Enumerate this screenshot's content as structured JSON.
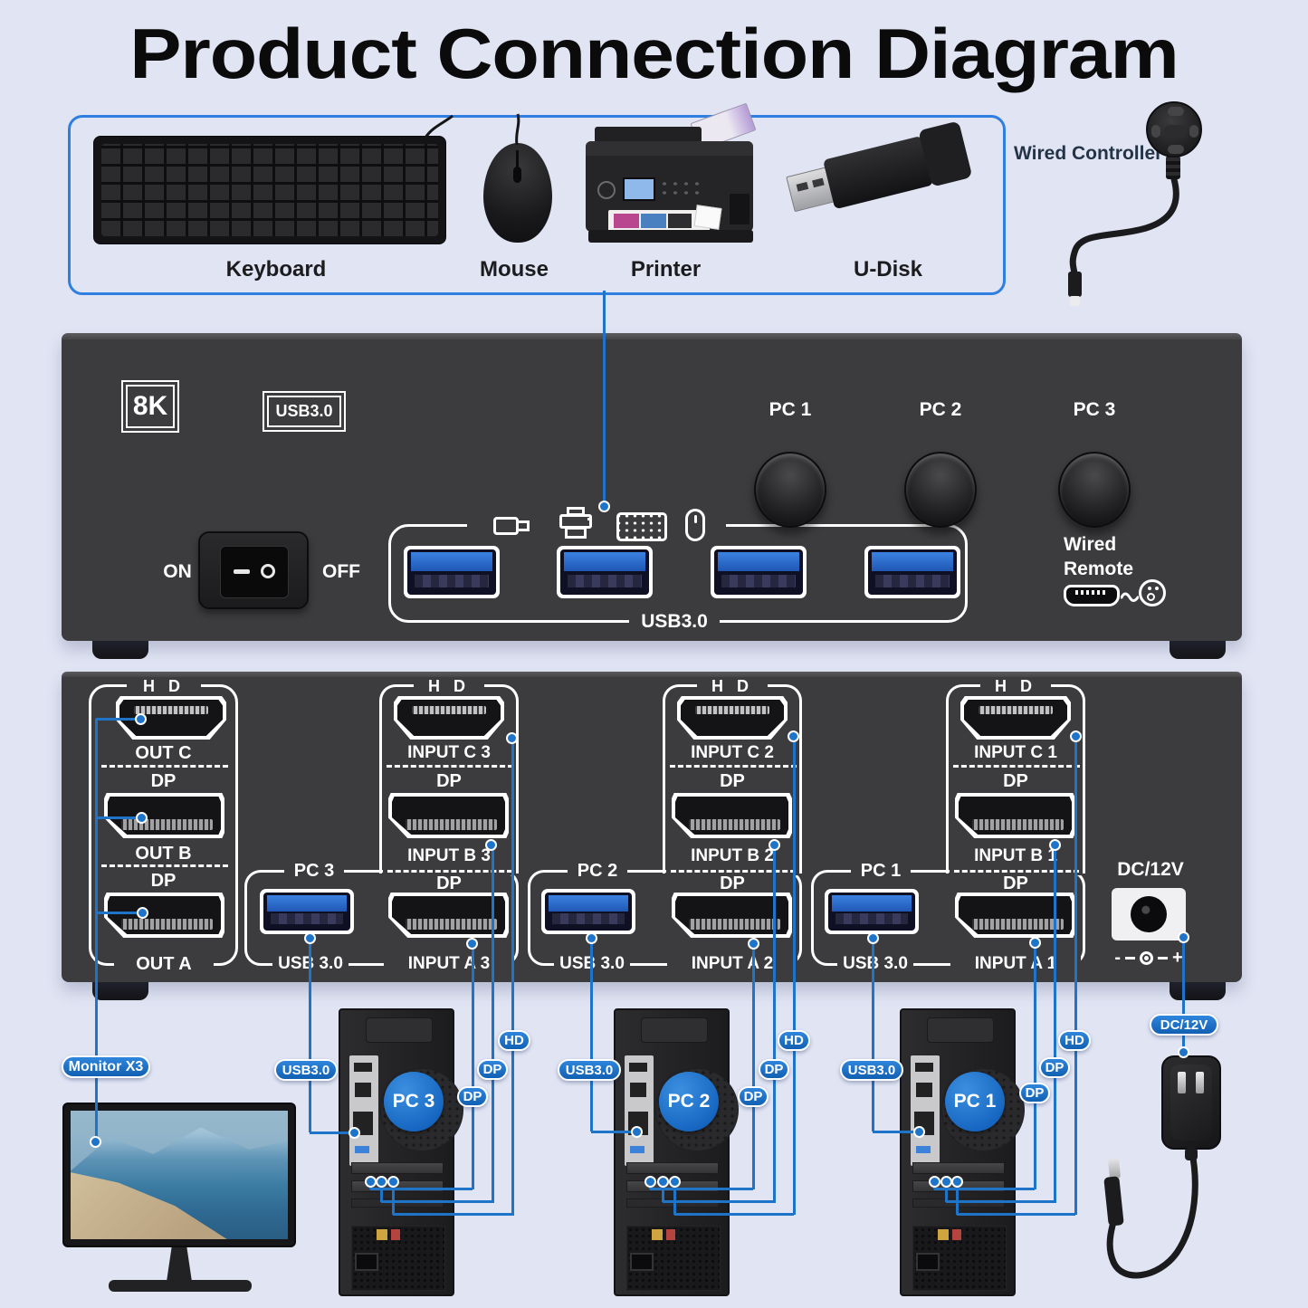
{
  "title": "Product Connection Diagram",
  "colors": {
    "accent_blue": "#1e74c9",
    "background": "#e0e4f3",
    "panel": "#3c3c3e",
    "pill_blue": "#1565c0",
    "box_border": "#2e7fe0"
  },
  "peripherals": {
    "keyboard": "Keyboard",
    "mouse": "Mouse",
    "printer": "Printer",
    "udisk": "U-Disk"
  },
  "wired_controller_label": "Wired Controller",
  "front_panel": {
    "badge_8k": "8K",
    "badge_usb": "USB3.0",
    "pc1": "PC 1",
    "pc2": "PC 2",
    "pc3": "PC 3",
    "on": "ON",
    "off": "OFF",
    "usb_group": "USB3.0",
    "wired_remote_line1": "Wired",
    "wired_remote_line2": "Remote"
  },
  "back_panel": {
    "out_group": {
      "hd": "H D",
      "out_c": "OUT C",
      "dp_b_label": "DP",
      "out_b": "OUT B",
      "dp_a_label": "DP",
      "out_a": "OUT A"
    },
    "pc3": {
      "hd": "H D",
      "input_c": "INPUT C 3",
      "dp_b_label": "DP",
      "input_b": "INPUT B 3",
      "pc": "PC 3",
      "dp_a_label": "DP",
      "input_a": "INPUT A 3",
      "usb": "USB 3.0"
    },
    "pc2": {
      "hd": "H D",
      "input_c": "INPUT C 2",
      "dp_b_label": "DP",
      "input_b": "INPUT B 2",
      "pc": "PC 2",
      "dp_a_label": "DP",
      "input_a": "INPUT A 2",
      "usb": "USB 3.0"
    },
    "pc1": {
      "hd": "H D",
      "input_c": "INPUT C 1",
      "dp_b_label": "DP",
      "input_b": "INPUT B 1",
      "pc": "PC 1",
      "dp_a_label": "DP",
      "input_a": "INPUT A 1",
      "usb": "USB 3.0"
    },
    "dc": {
      "label": "DC/12V",
      "minus": "-",
      "plus": "+"
    }
  },
  "bottom": {
    "monitor_pill": "Monitor X3",
    "pc3": {
      "name": "PC 3",
      "usb": "USB3.0",
      "hd": "HD",
      "dp1": "DP",
      "dp2": "DP"
    },
    "pc2": {
      "name": "PC 2",
      "usb": "USB3.0",
      "hd": "HD",
      "dp1": "DP",
      "dp2": "DP"
    },
    "pc1": {
      "name": "PC 1",
      "usb": "USB3.0",
      "hd": "HD",
      "dp1": "DP",
      "dp2": "DP"
    },
    "dc_pill": "DC/12V"
  }
}
